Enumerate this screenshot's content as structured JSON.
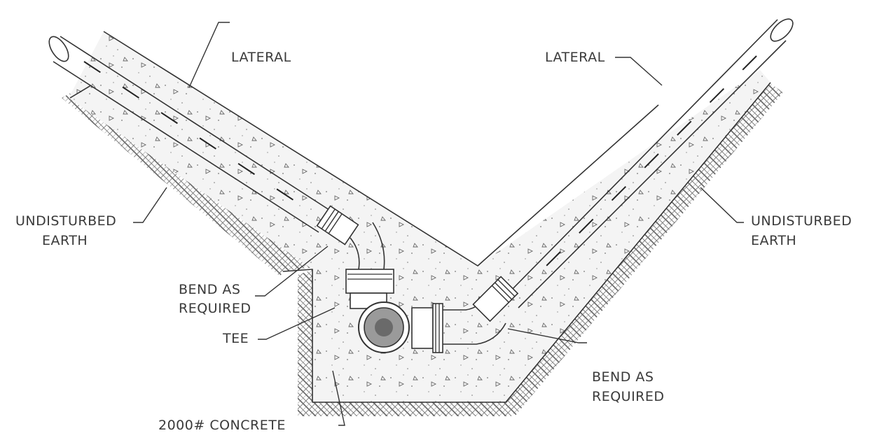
{
  "diagram": {
    "labels": {
      "lateral_left": "LATERAL",
      "lateral_right": "LATERAL",
      "undisturbed_left_1": "UNDISTURBED",
      "undisturbed_left_2": "EARTH",
      "undisturbed_right_1": "UNDISTURBED",
      "undisturbed_right_2": "EARTH",
      "bend_left_1": "BEND AS",
      "bend_left_2": "REQUIRED",
      "bend_right_1": "BEND AS",
      "bend_right_2": "REQUIRED",
      "tee": "TEE",
      "concrete": "2000# CONCRETE"
    },
    "colors": {
      "line": "#333333",
      "earth_hatch": "#555555",
      "concrete_fill": "#f3f3f3",
      "tee_fill": "#9a9a9a"
    }
  }
}
